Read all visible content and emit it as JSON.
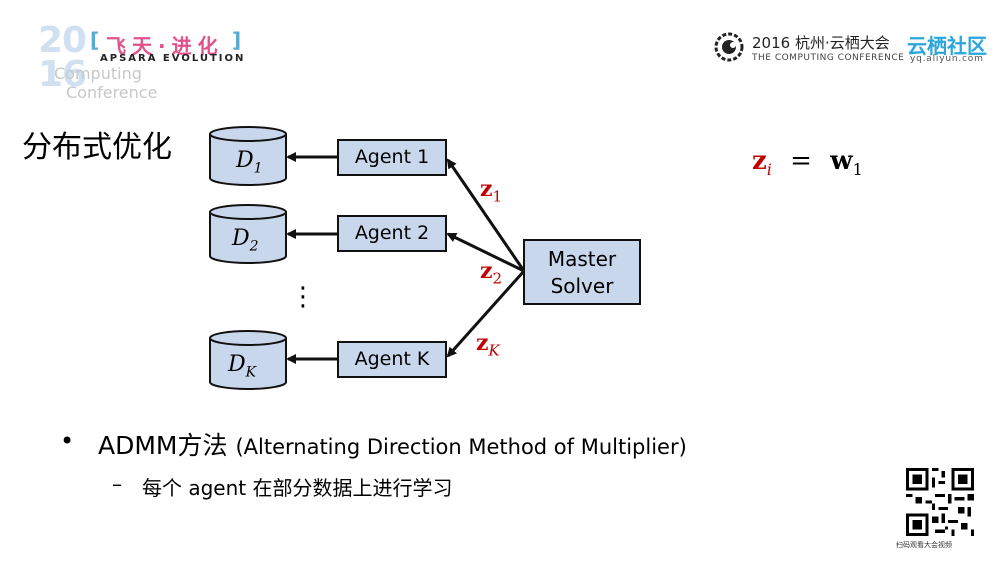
{
  "header": {
    "logo_year_top": "20",
    "logo_year_bottom": "16",
    "logo_cn": "飞天·进化",
    "logo_apsara": "APSARA EVOLUTION",
    "logo_computing_1": "Computing",
    "logo_computing_2": "Conference",
    "conf_title": "2016 杭州·云栖大会",
    "conf_sub": "THE COMPUTING CONFERENCE",
    "yq_cn": "云栖社区",
    "yq_url": "yq.aliyun.com"
  },
  "slide": {
    "title": "分布式优化",
    "diagram": {
      "datasets": [
        {
          "base": "D",
          "sub": "1"
        },
        {
          "base": "D",
          "sub": "2"
        },
        {
          "base": "D",
          "sub": "K"
        }
      ],
      "agents": [
        "Agent 1",
        "Agent 2",
        "Agent K"
      ],
      "master_line1": "Master",
      "master_line2": "Solver",
      "ellipsis": "⋮",
      "z_labels": [
        {
          "base": "z",
          "sub": "1"
        },
        {
          "base": "z",
          "sub": "2"
        },
        {
          "base": "z",
          "sub": "K"
        }
      ]
    },
    "equation": {
      "lhs_base": "z",
      "lhs_sub": "i",
      "op": "=",
      "rhs_base": "w",
      "rhs_sub": "1"
    },
    "bullets": {
      "marker": "•",
      "main": "ADMM方法",
      "main_paren": "(Alternating Direction Method of Multiplier)",
      "sub_marker": "–",
      "sub": "每个 agent 在部分数据上进行学习"
    }
  },
  "footer": {
    "qr_caption": "扫码观看大会视频"
  },
  "colors": {
    "box_fill": "#c9d7ec",
    "accent_red": "#c00000",
    "brand_blue": "#2aa6dd",
    "logo_pink": "#e0528a"
  }
}
